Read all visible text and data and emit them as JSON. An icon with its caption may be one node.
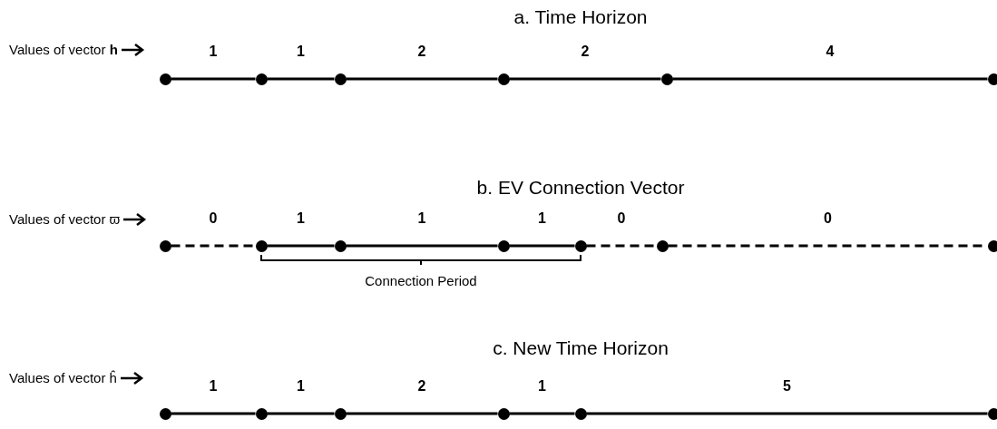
{
  "diagram": {
    "nodes": [
      {
        "text": [],
        "shape": "circle"
      },
      {
        "text": [],
        "shape": "circle"
      },
      {
        "text": [],
        "shape": "circle"
      },
      {
        "text": [],
        "shape": "circle"
      },
      {
        "text": [],
        "shape": "circle"
      },
      {
        "text": [],
        "shape": "circle"
      },
      {
        "text": [],
        "shape": "circle"
      },
      {
        "text": [],
        "shape": "circle"
      },
      {
        "text": [],
        "shape": "circle"
      },
      {
        "text": [],
        "shape": "circle"
      },
      {
        "text": [],
        "shape": "circle"
      },
      {
        "text": [],
        "shape": "circle"
      },
      {
        "text": [],
        "shape": "circle"
      },
      {
        "text": [],
        "shape": "circle"
      },
      {
        "text": [],
        "shape": "circle"
      },
      {
        "text": [],
        "shape": "circle"
      },
      {
        "text": [],
        "shape": "circle"
      },
      {
        "text": [],
        "shape": "circle"
      },
      {
        "text": [],
        "shape": "circle"
      }
    ],
    "edges": [
      {
        "from": 0,
        "to": 1,
        "arrow": "none",
        "label": "1"
      },
      {
        "from": 1,
        "to": 2,
        "arrow": "none",
        "label": "1"
      },
      {
        "from": 2,
        "to": 3,
        "arrow": "none",
        "label": "2"
      },
      {
        "from": 3,
        "to": 4,
        "arrow": "none",
        "label": "2"
      },
      {
        "from": 4,
        "to": 5,
        "arrow": "none",
        "label": "4"
      },
      {
        "from": 6,
        "to": 7,
        "arrow": "none",
        "label": "0",
        "style": "dashed"
      },
      {
        "from": 7,
        "to": 8,
        "arrow": "none",
        "label": "1"
      },
      {
        "from": 8,
        "to": 9,
        "arrow": "none",
        "label": "1"
      },
      {
        "from": 9,
        "to": 10,
        "arrow": "none",
        "label": "1"
      },
      {
        "from": 10,
        "to": 11,
        "arrow": "none",
        "label": "0",
        "style": "dashed"
      },
      {
        "from": 11,
        "to": 12,
        "arrow": "none",
        "label": "0",
        "style": "dashed"
      },
      {
        "from": 13,
        "to": 14,
        "arrow": "none",
        "label": "1"
      },
      {
        "from": 14,
        "to": 15,
        "arrow": "none",
        "label": "1"
      },
      {
        "from": 15,
        "to": 16,
        "arrow": "none",
        "label": "2"
      },
      {
        "from": 16,
        "to": 17,
        "arrow": "none",
        "label": "1"
      },
      {
        "from": 17,
        "to": 18,
        "arrow": "none",
        "label": "5"
      }
    ],
    "labels": [
      "a. Time Horizon",
      "Values of vector **h**",
      "b. EV Connection Vector",
      "Values of vector ϖ",
      "Connection Period",
      "c. New Time Horizon",
      "Values of vector ĥ"
    ]
  }
}
